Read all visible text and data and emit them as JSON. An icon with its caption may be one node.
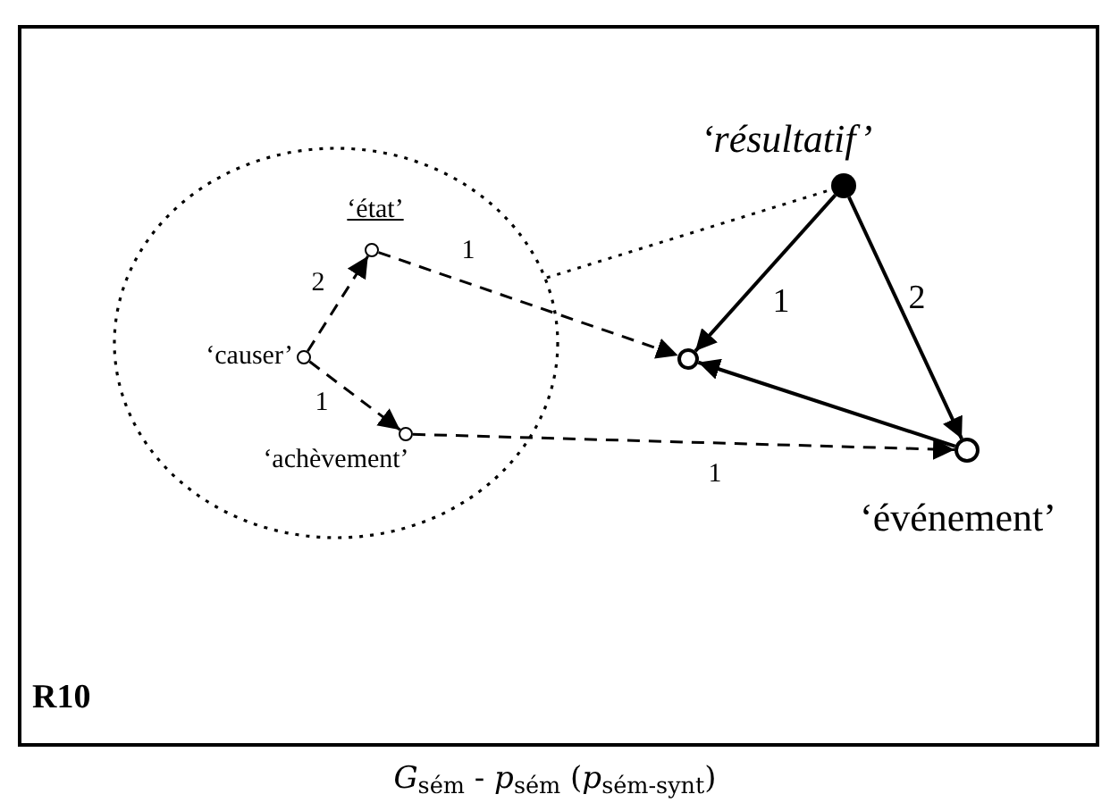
{
  "diagram": {
    "caption": "*G*$_{sém}$ - *p*$_{sém}$ (*p*$_{sém-synt}$)",
    "nodes": [
      {
        "text": [],
        "shape": "ellipse"
      },
      {
        "text": [],
        "shape": "circle",
        "in": 0,
        "beside": [
          "‘état’"
        ]
      },
      {
        "text": [],
        "shape": "circle",
        "in": 0,
        "beside": [
          "‘causer’"
        ]
      },
      {
        "text": [],
        "shape": "circle",
        "in": 0,
        "beside": [
          "‘achèvement’"
        ]
      },
      {
        "text": [],
        "shape": "circle"
      },
      {
        "text": [],
        "shape": "dot",
        "beside": [
          "‘résultatif’"
        ]
      },
      {
        "text": [],
        "shape": "circle",
        "beside": [
          "‘événement’"
        ]
      }
    ],
    "edges": [
      {
        "from": 2,
        "to": 1,
        "arrow": "to",
        "label": "2",
        "style": "dashed"
      },
      {
        "from": 2,
        "to": 3,
        "arrow": "to",
        "label": "1",
        "style": "dashed"
      },
      {
        "from": 1,
        "to": 4,
        "arrow": "to",
        "label": "1",
        "style": "dashed"
      },
      {
        "from": 3,
        "to": 6,
        "arrow": "to",
        "label": "1",
        "style": "dashed"
      },
      {
        "from": 5,
        "to": 4,
        "arrow": "to",
        "label": "1"
      },
      {
        "from": 5,
        "to": 6,
        "arrow": "to",
        "label": "2"
      },
      {
        "from": 6,
        "to": 4,
        "arrow": "to"
      },
      {
        "from": 0,
        "to": 5,
        "arrow": "none",
        "style": "dashed"
      }
    ],
    "labels": [
      "R10"
    ]
  }
}
